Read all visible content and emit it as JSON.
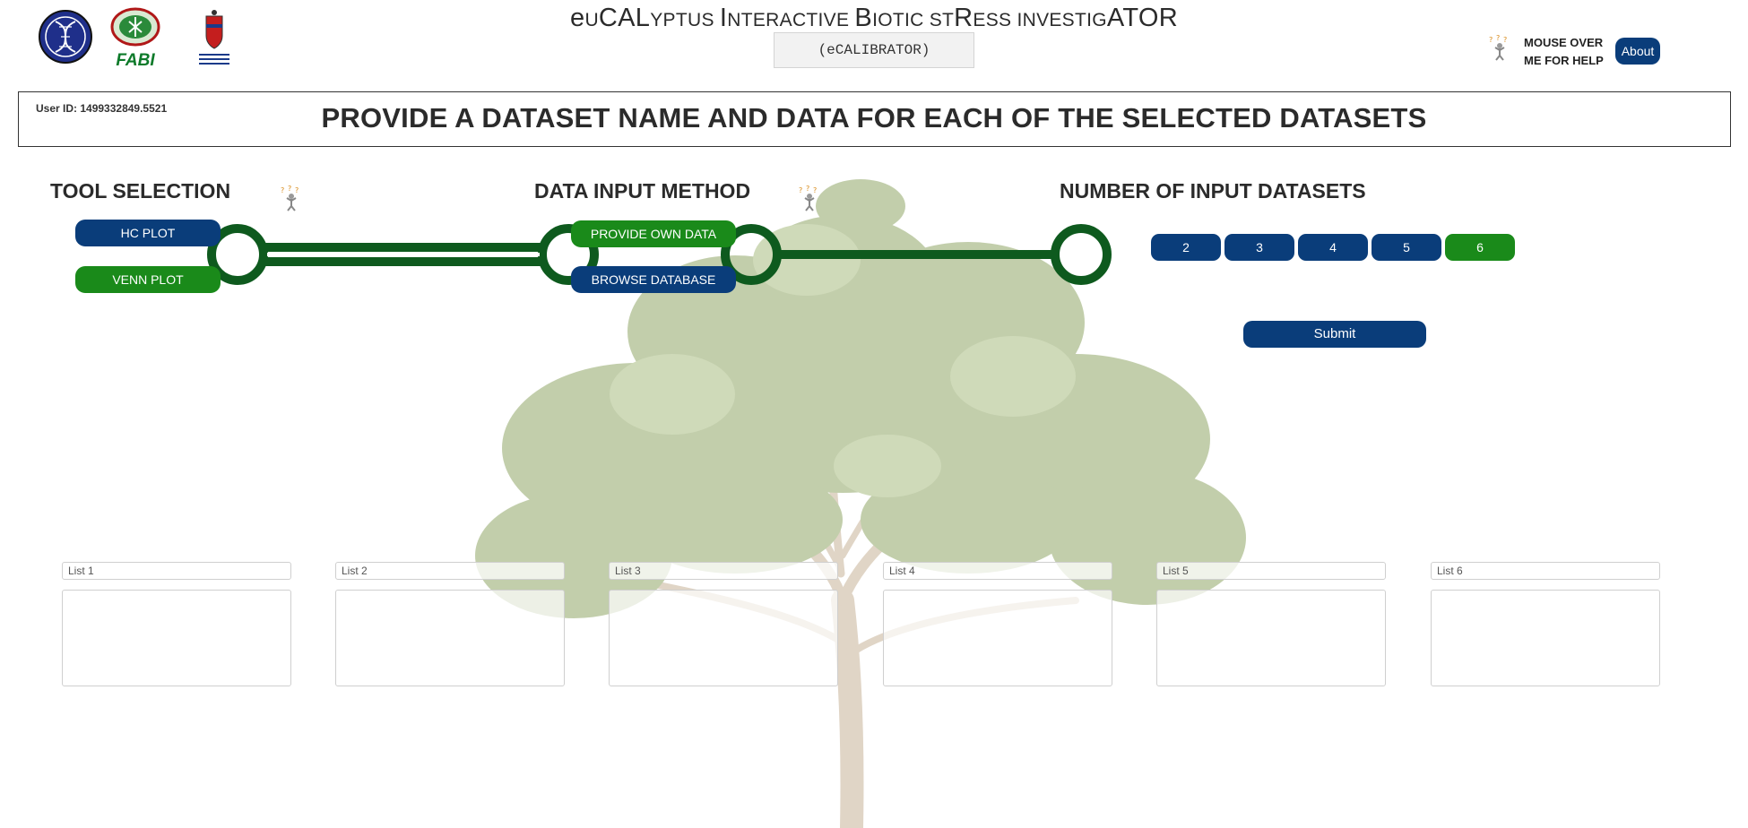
{
  "header": {
    "title_parts": [
      {
        "text": "e",
        "small": false
      },
      {
        "text": "U",
        "small": true
      },
      {
        "text": "CAL",
        "small": false
      },
      {
        "text": "YPTUS ",
        "small": true
      },
      {
        "text": "I",
        "small": false
      },
      {
        "text": "NTERACTIVE ",
        "small": true
      },
      {
        "text": "B",
        "small": false
      },
      {
        "text": "IOTIC ",
        "small": true
      },
      {
        "text": "ST",
        "small": true
      },
      {
        "text": "R",
        "small": false
      },
      {
        "text": "ESS ",
        "small": true
      },
      {
        "text": "INVESTIG",
        "small": true
      },
      {
        "text": "ATOR",
        "small": false
      }
    ],
    "subtitle": "(eCALIBRATOR)",
    "logos": {
      "fabi_text": "FABI"
    },
    "help_line1": "MOUSE OVER",
    "help_line2": "ME FOR HELP",
    "about_label": "About"
  },
  "banner": {
    "user_id": "User ID: 1499332849.5521",
    "title": "PROVIDE A DATASET NAME AND DATA FOR EACH OF THE SELECTED DATASETS"
  },
  "tool_selection": {
    "title": "TOOL SELECTION",
    "options": [
      "HC PLOT",
      "VENN PLOT"
    ],
    "selected": "VENN PLOT"
  },
  "data_input": {
    "title": "DATA INPUT METHOD",
    "options": [
      "PROVIDE OWN DATA",
      "BROWSE DATABASE"
    ],
    "selected": "PROVIDE OWN DATA"
  },
  "datasets": {
    "title": "NUMBER OF INPUT DATASETS",
    "options": [
      "2",
      "3",
      "4",
      "5",
      "6"
    ],
    "selected": "6"
  },
  "submit_label": "Submit",
  "lists": [
    {
      "placeholder": "List 1",
      "value": ""
    },
    {
      "placeholder": "List 2",
      "value": ""
    },
    {
      "placeholder": "List 3",
      "value": ""
    },
    {
      "placeholder": "List 4",
      "value": ""
    },
    {
      "placeholder": "List 5",
      "value": ""
    },
    {
      "placeholder": "List 6",
      "value": ""
    }
  ],
  "colors": {
    "primary_blue": "#0a3d7a",
    "selected_green": "#1a8a1a",
    "connector_green": "#0e5a1e"
  },
  "icons": [
    "dna-logo-icon",
    "fabi-logo-icon",
    "university-crest-icon",
    "help-figure-icon"
  ]
}
